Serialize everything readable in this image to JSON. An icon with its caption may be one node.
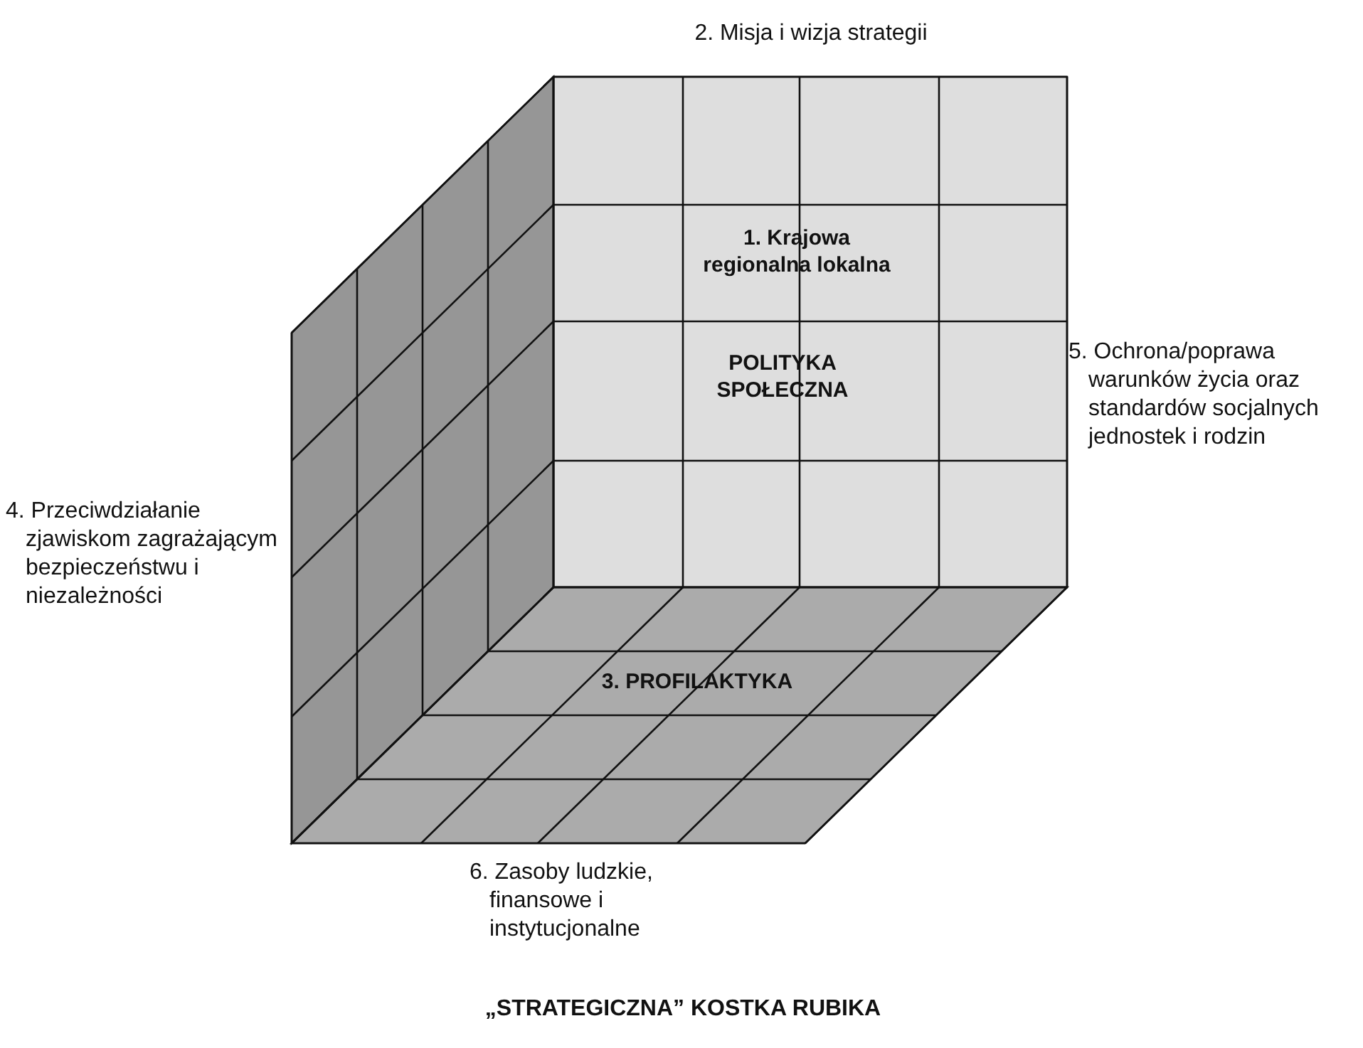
{
  "diagram": {
    "caption": "„STRATEGICZNA” KOSTKA RUBIKA",
    "labels": [
      "2. Misja i wizja strategii",
      "1. Krajowa regionalna lokalna",
      "POLITYKA SPOŁECZNA",
      "5. Ochrona/poprawa warunków życia oraz standardów socjalnych jednostek i rodzin",
      "4. Przeciwdziałanie zjawiskom zagrażającym bezpieczeństwu i niezależności",
      "3. PROFILAKTYKA",
      "6. Zasoby ludzkie, finansowe i instytucjonalne"
    ]
  }
}
